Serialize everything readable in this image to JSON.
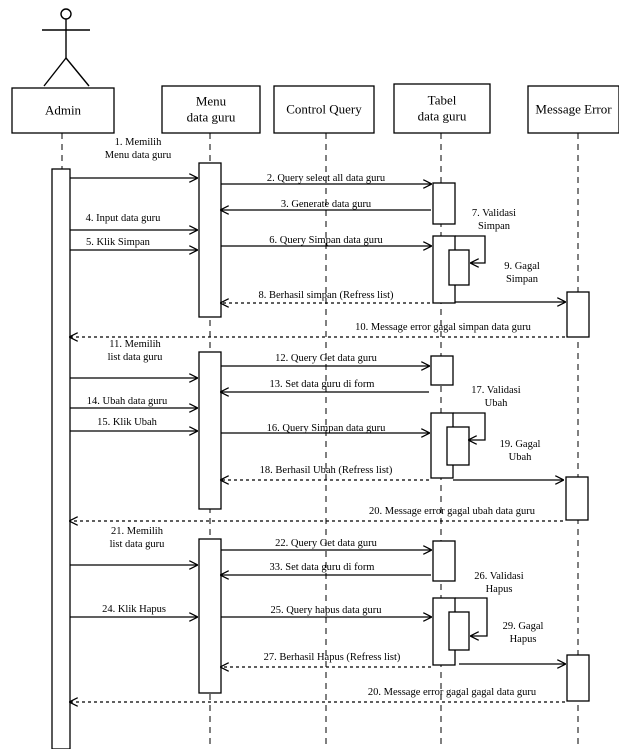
{
  "actor": {
    "name": "Admin"
  },
  "participants": [
    {
      "id": "admin",
      "label": [
        "Admin"
      ]
    },
    {
      "id": "menu",
      "label": [
        "Menu",
        "data guru"
      ]
    },
    {
      "id": "control",
      "label": [
        "Control Query"
      ]
    },
    {
      "id": "tabel",
      "label": [
        "Tabel",
        "data guru"
      ]
    },
    {
      "id": "error",
      "label": [
        "Message Error"
      ]
    }
  ],
  "messages": [
    {
      "label": [
        "1. Memilih",
        "Menu data guru"
      ],
      "type": "sync"
    },
    {
      "label": [
        "2. Query select all data guru"
      ],
      "type": "sync"
    },
    {
      "label": [
        "3. Generate data guru"
      ],
      "type": "sync"
    },
    {
      "label": [
        "4. Input data guru"
      ],
      "type": "sync"
    },
    {
      "label": [
        "5. Klik Simpan"
      ],
      "type": "sync"
    },
    {
      "label": [
        "6. Query Simpan data guru"
      ],
      "type": "sync"
    },
    {
      "label": [
        "7. Validasi",
        "Simpan"
      ],
      "type": "self"
    },
    {
      "label": [
        "8. Berhasil simpan (Refress list)"
      ],
      "type": "return"
    },
    {
      "label": [
        "9. Gagal",
        "Simpan"
      ],
      "type": "sync"
    },
    {
      "label": [
        "10. Message error gagal simpan data guru"
      ],
      "type": "return"
    },
    {
      "label": [
        "11. Memilih",
        "list data guru"
      ],
      "type": "sync"
    },
    {
      "label": [
        "12. Query Get data guru"
      ],
      "type": "sync"
    },
    {
      "label": [
        "13. Set data guru di form"
      ],
      "type": "sync"
    },
    {
      "label": [
        "14. Ubah data guru"
      ],
      "type": "sync"
    },
    {
      "label": [
        "15. Klik Ubah"
      ],
      "type": "sync"
    },
    {
      "label": [
        "16. Query Simpan data guru"
      ],
      "type": "sync"
    },
    {
      "label": [
        "17. Validasi",
        "Ubah"
      ],
      "type": "self"
    },
    {
      "label": [
        "18. Berhasil Ubah (Refress list)"
      ],
      "type": "return"
    },
    {
      "label": [
        "19. Gagal",
        "Ubah"
      ],
      "type": "sync"
    },
    {
      "label": [
        "20. Message error gagal ubah data guru"
      ],
      "type": "return"
    },
    {
      "label": [
        "21. Memilih",
        "list data guru"
      ],
      "type": "sync"
    },
    {
      "label": [
        "22. Query Get data guru"
      ],
      "type": "sync"
    },
    {
      "label": [
        "33. Set data guru di form"
      ],
      "type": "sync"
    },
    {
      "label": [
        "24. Klik Hapus"
      ],
      "type": "sync"
    },
    {
      "label": [
        "25. Query hapus data guru"
      ],
      "type": "sync"
    },
    {
      "label": [
        "26. Validasi",
        "Hapus"
      ],
      "type": "self"
    },
    {
      "label": [
        "27. Berhasil Hapus (Refress list)"
      ],
      "type": "return"
    },
    {
      "label": [
        "29. Gagal",
        "Hapus"
      ],
      "type": "sync"
    },
    {
      "label": [
        "20. Message error gagal gagal data guru"
      ],
      "type": "return"
    }
  ]
}
